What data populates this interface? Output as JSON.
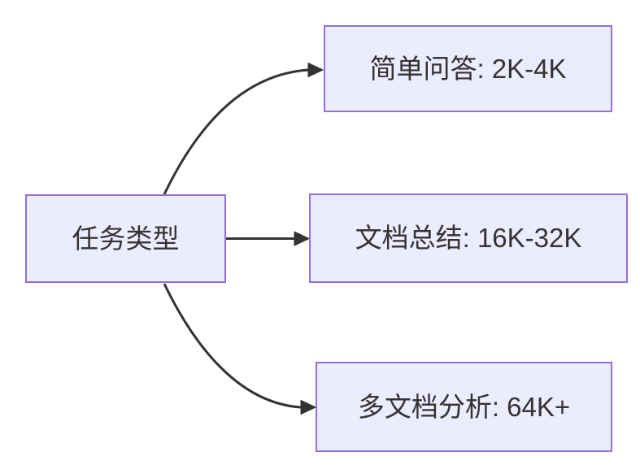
{
  "diagram": {
    "type": "flowchart",
    "direction": "left-to-right",
    "nodes": {
      "root": {
        "label": "任务类型"
      },
      "qa": {
        "label": "简单问答: 2K-4K"
      },
      "doc": {
        "label": "文档总结: 16K-32K"
      },
      "multi": {
        "label": "多文档分析: 64K+"
      }
    },
    "edges": [
      {
        "from": "root",
        "to": "qa"
      },
      {
        "from": "root",
        "to": "doc"
      },
      {
        "from": "root",
        "to": "multi"
      }
    ],
    "colors": {
      "node_fill": "#ECECFF",
      "node_border": "#9370DB",
      "edge": "#333333",
      "text": "#333333",
      "background": "#FFFFFF"
    }
  }
}
